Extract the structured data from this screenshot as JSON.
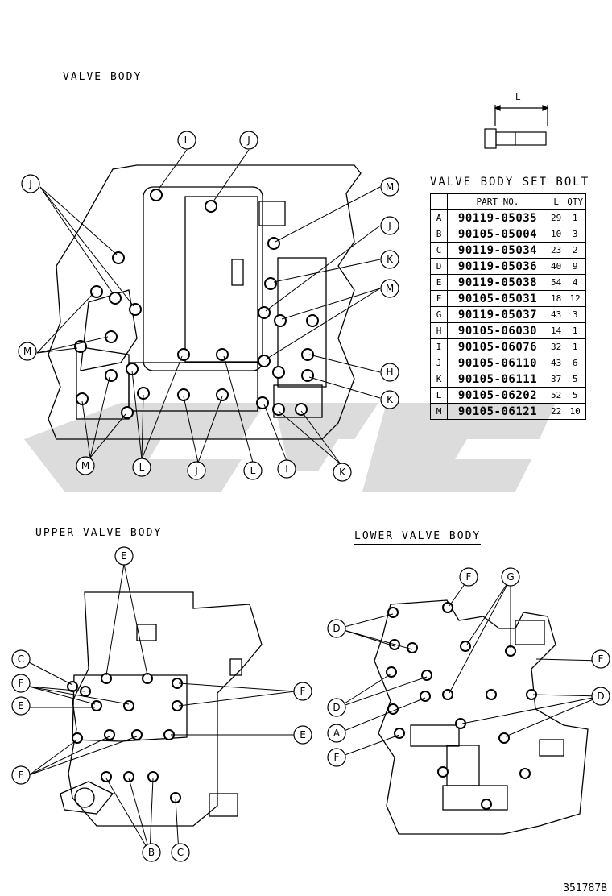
{
  "titles": {
    "valve_body": "VALVE BODY",
    "upper_valve_body": "UPPER VALVE BODY",
    "lower_valve_body": "LOWER VALVE BODY"
  },
  "bolt_icon_dimension": "L",
  "table": {
    "title": "VALVE BODY SET BOLT",
    "headers": [
      "",
      "PART NO.",
      "L",
      "QTY"
    ],
    "rows": [
      {
        "key": "A",
        "part": "90119-05035",
        "len": "29",
        "qty": "1"
      },
      {
        "key": "B",
        "part": "90105-05004",
        "len": "10",
        "qty": "3"
      },
      {
        "key": "C",
        "part": "90119-05034",
        "len": "23",
        "qty": "2"
      },
      {
        "key": "D",
        "part": "90119-05036",
        "len": "40",
        "qty": "9"
      },
      {
        "key": "E",
        "part": "90119-05038",
        "len": "54",
        "qty": "4"
      },
      {
        "key": "F",
        "part": "90105-05031",
        "len": "18",
        "qty": "12"
      },
      {
        "key": "G",
        "part": "90119-05037",
        "len": "43",
        "qty": "3"
      },
      {
        "key": "H",
        "part": "90105-06030",
        "len": "14",
        "qty": "1"
      },
      {
        "key": "I",
        "part": "90105-06076",
        "len": "32",
        "qty": "1"
      },
      {
        "key": "J",
        "part": "90105-06110",
        "len": "43",
        "qty": "6"
      },
      {
        "key": "K",
        "part": "90105-06111",
        "len": "37",
        "qty": "5"
      },
      {
        "key": "L",
        "part": "90105-06202",
        "len": "52",
        "qty": "5"
      },
      {
        "key": "M",
        "part": "90105-06121",
        "len": "22",
        "qty": "10"
      }
    ]
  },
  "figure_code": "351787B",
  "colors": {
    "line": "#000000",
    "watermark": "#d9d9d9"
  }
}
